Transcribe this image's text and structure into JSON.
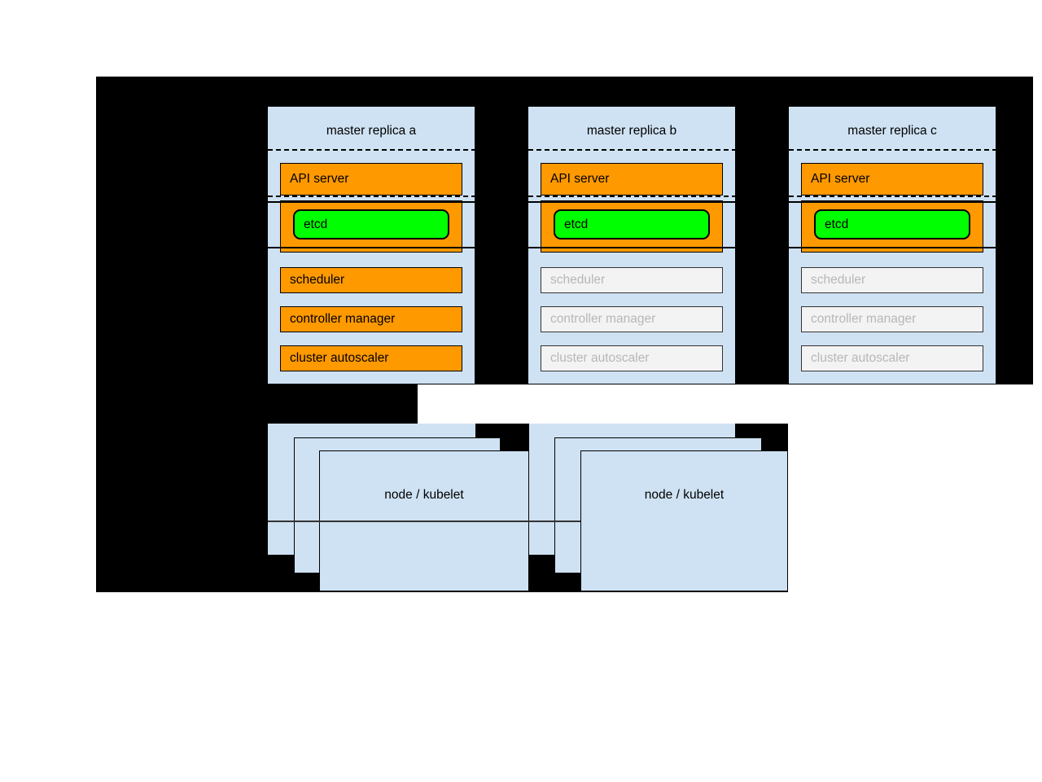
{
  "masters": [
    {
      "title": "master replica a",
      "state": "active",
      "api_server": "API server",
      "etcd": "etcd",
      "scheduler": "scheduler",
      "controller_manager": "controller manager",
      "cluster_autoscaler": "cluster autoscaler"
    },
    {
      "title": "master replica b",
      "state": "standby",
      "api_server": "API server",
      "etcd": "etcd",
      "scheduler": "scheduler",
      "controller_manager": "controller manager",
      "cluster_autoscaler": "cluster autoscaler"
    },
    {
      "title": "master replica c",
      "state": "standby",
      "api_server": "API server",
      "etcd": "etcd",
      "scheduler": "scheduler",
      "controller_manager": "controller manager",
      "cluster_autoscaler": "cluster autoscaler"
    }
  ],
  "node_stacks": [
    {
      "label": "node / kubelet"
    },
    {
      "label": "node / kubelet"
    }
  ],
  "colors": {
    "backdrop": "#000000",
    "panel_blue": "#cfe2f3",
    "active_orange": "#ff9900",
    "etcd_green": "#00ff00",
    "standby_fill": "#f3f3f3",
    "standby_text": "#b7b7b7"
  }
}
